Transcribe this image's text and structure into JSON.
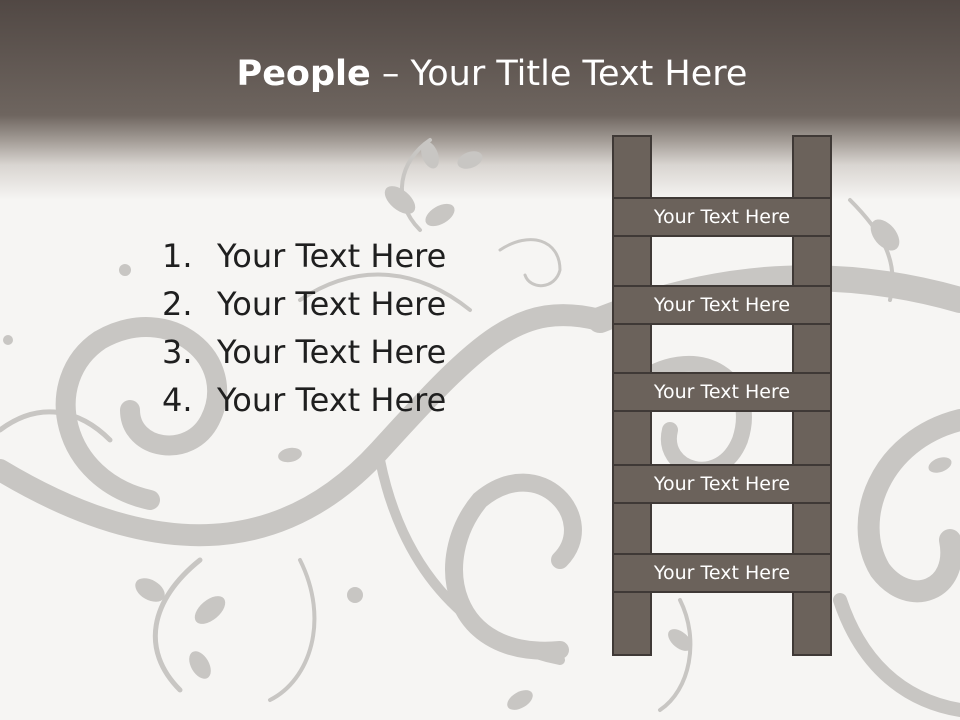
{
  "title": {
    "bold": "People",
    "rest": " – Your Title Text Here"
  },
  "list": [
    {
      "num": "1.",
      "text": "Your Text Here"
    },
    {
      "num": "2.",
      "text": "Your Text Here"
    },
    {
      "num": "3.",
      "text": "Your Text Here"
    },
    {
      "num": "4.",
      "text": "Your Text Here"
    }
  ],
  "ladder": {
    "rungs": [
      "Your Text Here",
      "Your Text Here",
      "Your Text Here",
      "Your Text Here",
      "Your Text Here"
    ]
  },
  "colors": {
    "header_dark": "#514844",
    "ladder_fill": "#6b625b",
    "ladder_border": "#3f3936",
    "background": "#f6f5f3",
    "ornament": "#c8c6c3"
  }
}
